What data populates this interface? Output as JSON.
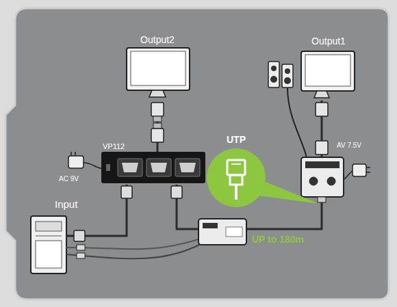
{
  "diagram": {
    "nodes": [
      {
        "text": [
          "Output2"
        ]
      },
      {
        "text": [
          "Output1"
        ]
      },
      {
        "text": [
          "VP112"
        ]
      },
      {
        "text": [
          "UTP"
        ]
      },
      {
        "text": [
          "Input"
        ]
      }
    ],
    "edges": [
      {
        "from": 0,
        "to": 2,
        "arrow": "none"
      },
      {
        "from": 4,
        "to": 2,
        "arrow": "none"
      },
      {
        "from": 2,
        "to": 1,
        "arrow": "none"
      }
    ],
    "labels": [
      "AC 9V",
      "AV 7.5V",
      "UP to 180m"
    ]
  }
}
